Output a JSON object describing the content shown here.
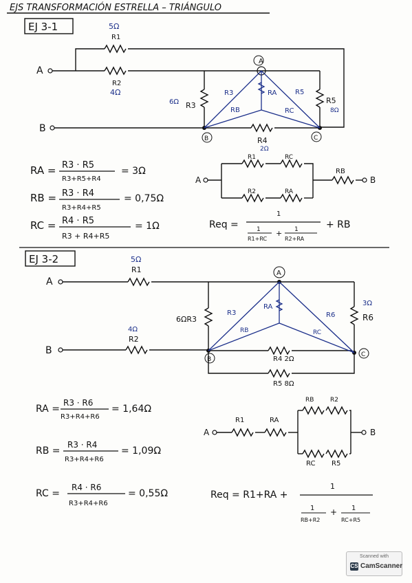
{
  "header": {
    "title": "EJS  TRANSFORMACIÓN   ESTRELLA – TRIÁNGULO"
  },
  "ex1": {
    "label": "EJ 3-1",
    "r1_val": "5Ω",
    "r1": "R1",
    "r2": "R2",
    "r2_val": "4Ω",
    "node_a": "A",
    "node_b": "B",
    "node_c": "C",
    "term_a": "A",
    "term_b": "B",
    "r3_val": "6Ω",
    "r3": "R3",
    "ra": "RA",
    "rb": "RB",
    "rc": "RC",
    "r3d": "R3",
    "r5d": "R5",
    "r5": "R5",
    "r5_val": "8Ω",
    "r4": "R4",
    "r4_val": "2Ω",
    "eq_ra_lhs": "RA =",
    "eq_ra_num": "R3 · R5",
    "eq_ra_den": "R3+R5+R4",
    "eq_ra_res": "= 3Ω",
    "eq_rb_lhs": "RB =",
    "eq_rb_num": "R3 · R4",
    "eq_rb_den": "R3+R4+R5",
    "eq_rb_res": "= 0,75Ω",
    "eq_rc_lhs": "RC =",
    "eq_rc_num": "R4 · R5",
    "eq_rc_den": "R3 + R4+R5",
    "eq_rc_res": "= 1Ω",
    "eq_circ": {
      "a": "A",
      "b": "B",
      "r1": "R1",
      "rc": "RC",
      "r2": "R2",
      "ra": "RA",
      "rb": "RB"
    },
    "req_lhs": "Req =",
    "req_one": "1",
    "req_f1_num": "1",
    "req_f1_den": "R1+RC",
    "req_plus": "+",
    "req_f2_num": "1",
    "req_f2_den": "R2+RA",
    "req_tail": "+ RB"
  },
  "ex2": {
    "label": "EJ 3-2",
    "r1_val": "5Ω",
    "r1": "R1",
    "r2_val": "4Ω",
    "r2": "R2",
    "term_a": "A",
    "term_b": "B",
    "node_a": "A",
    "node_b": "B",
    "node_c": "C",
    "r3_lab": "6ΩR3",
    "r3": "R3",
    "ra": "RA",
    "rb": "RB",
    "rc": "RC",
    "r6": "R6",
    "r6_val": "3Ω",
    "r6_lab": "R6",
    "r4_lab": "R4 2Ω",
    "r5_lab": "R5 8Ω",
    "eq_ra_lhs": "RA =",
    "eq_ra_num": "R3 · R6",
    "eq_ra_den": "R3+R4+R6",
    "eq_ra_res": "= 1,64Ω",
    "eq_rb_lhs": "RB =",
    "eq_rb_num": "R3 · R4",
    "eq_rb_den": "R3+R4+R6",
    "eq_rb_res": "= 1,09Ω",
    "eq_rc_lhs": "RC =",
    "eq_rc_num": "R4 · R6",
    "eq_rc_den": "R3+R4+R6",
    "eq_rc_res": "= 0,55Ω",
    "eq_circ": {
      "a": "A",
      "b": "B",
      "r1": "R1",
      "ra": "RA",
      "rb": "RB",
      "r2": "R2",
      "rc": "RC",
      "r5": "R5"
    },
    "req_lhs": "Req = R1+RA +",
    "req_one": "1",
    "req_f1_num": "1",
    "req_f1_den": "RB+R2",
    "req_plus": "+",
    "req_f2_num": "1",
    "req_f2_den": "RC+R5"
  },
  "badge": {
    "top": "Scanned with",
    "brand": "CamScanner",
    "icon": "CS"
  }
}
